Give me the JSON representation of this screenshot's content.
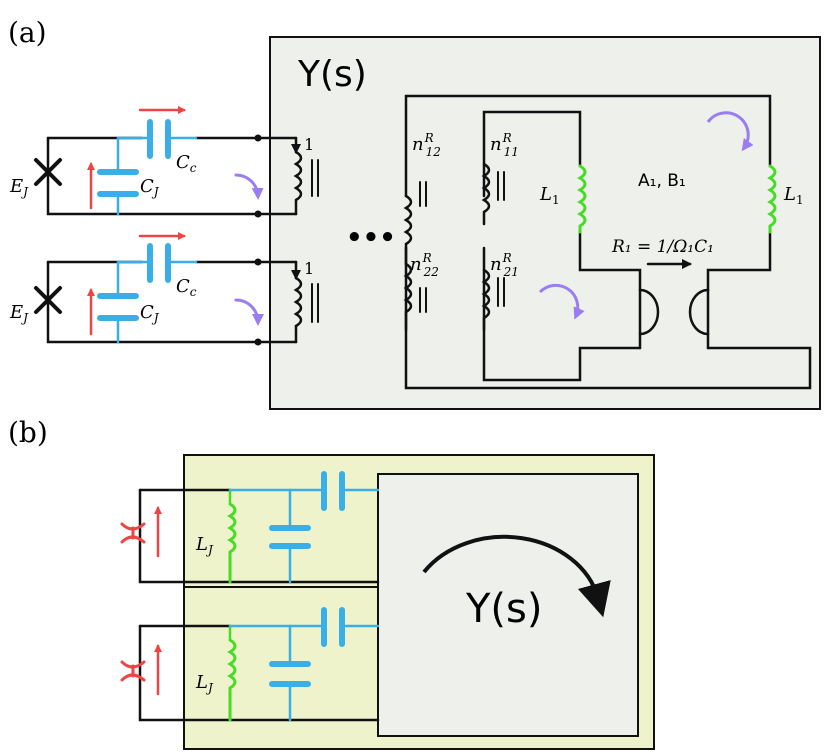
{
  "panel_a": {
    "label": "(a)",
    "y_label": "Y(s)",
    "top_ports": {
      "ej": "E_J",
      "cj": "C_J",
      "cc": "C_c",
      "ratio": "1"
    },
    "bottom_ports": {
      "ej": "E_J",
      "cj": "C_J",
      "cc": "C_c",
      "ratio": "1"
    },
    "ellipsis": "•••",
    "transformers": {
      "n12": "n",
      "n12_sub": "12",
      "n12_sup": "R",
      "n11": "n",
      "n11_sub": "11",
      "n11_sup": "R",
      "n22": "n",
      "n22_sub": "22",
      "n22_sup": "R",
      "n21": "n",
      "n21_sub": "21",
      "n21_sup": "R"
    },
    "inductor_left": "L",
    "inductor_left_sub": "1",
    "inductor_right": "L",
    "inductor_right_sub": "1",
    "ab_label": "A₁, B₁",
    "resistor_label": "R₁ = 1/Ω₁C₁"
  },
  "panel_b": {
    "label": "(b)",
    "lj_top": "L",
    "lj_top_sub": "J",
    "lj_bottom": "L",
    "lj_bottom_sub": "J",
    "y_label": "Y(s)"
  },
  "colors": {
    "blue": "#3aaee6",
    "red": "#ee4444",
    "green": "#44dd22",
    "purple": "#9a7df0",
    "gray_box": "#eef0ec",
    "yellow_box": "#eef3cc",
    "black": "#111111"
  }
}
